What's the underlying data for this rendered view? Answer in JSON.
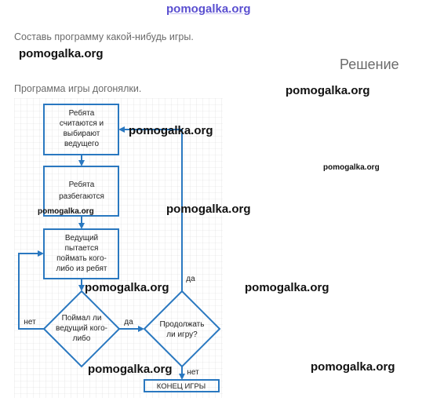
{
  "watermark": "pomogalka.org",
  "task_text": "Составь программу какой-нибудь игры.",
  "solution_label": "Решение",
  "caption": "Программа игры догонялки.",
  "flowchart": {
    "box1": [
      "Ребята",
      "считаются и",
      "выбирают",
      "ведущего"
    ],
    "box2": [
      "Ребята",
      "разбегаются"
    ],
    "box3": [
      "Ведущий",
      "пытается",
      "поймать кого-",
      "либо из ребят"
    ],
    "diamond1": [
      "Поймал ли",
      "ведущий кого-",
      "либо"
    ],
    "diamond2": [
      "Продолжать",
      "ли игру?"
    ],
    "end": "КОНЕЦ ИГРЫ",
    "label_no_left": "нет",
    "label_yes_mid": "да",
    "label_yes_up": "да",
    "label_no_end": "нет"
  }
}
